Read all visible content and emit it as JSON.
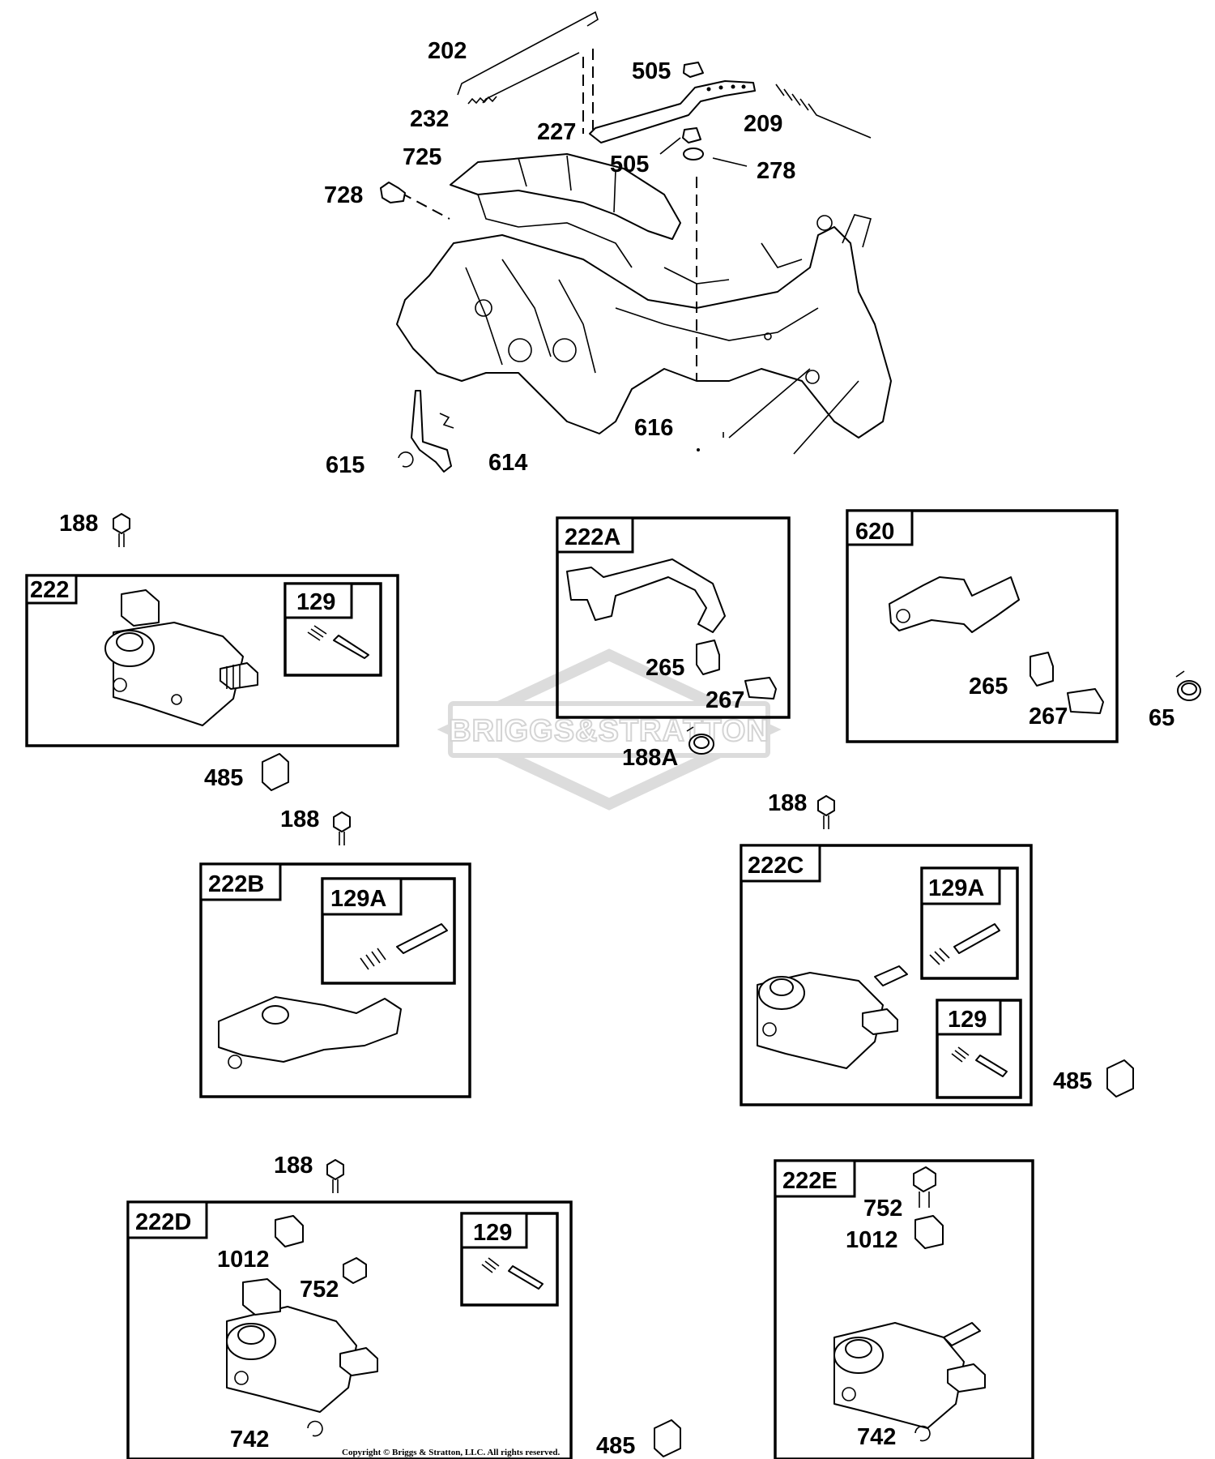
{
  "watermark": "BRIGGS&STRATTON",
  "copyright": "Copyright © Briggs & Stratton, LLC. All rights reserved.",
  "top_assembly": {
    "labels": {
      "l202": "202",
      "l232": "232",
      "l725": "725",
      "l728": "728",
      "l505a": "505",
      "l227": "227",
      "l209": "209",
      "l505b": "505",
      "l278": "278",
      "l616": "616",
      "l615": "615",
      "l614": "614"
    }
  },
  "loose_labels": {
    "l188_1": "188",
    "l485_1": "485",
    "l188_2": "188",
    "l188A": "188A",
    "l65": "65",
    "l188_3": "188",
    "l485_2": "485",
    "l188_4": "188",
    "l485_3": "485"
  },
  "kits": {
    "k222": {
      "tag": "222",
      "sub": "129"
    },
    "k222A": {
      "tag": "222A",
      "l265": "265",
      "l267": "267"
    },
    "k620": {
      "tag": "620",
      "l265": "265",
      "l267": "267"
    },
    "k222B": {
      "tag": "222B",
      "sub": "129A"
    },
    "k222C": {
      "tag": "222C",
      "subA": "129A",
      "subB": "129"
    },
    "k222D": {
      "tag": "222D",
      "sub": "129",
      "l1012": "1012",
      "l752": "752",
      "l742": "742"
    },
    "k222E": {
      "tag": "222E",
      "l752": "752",
      "l1012": "1012",
      "l742": "742"
    }
  }
}
